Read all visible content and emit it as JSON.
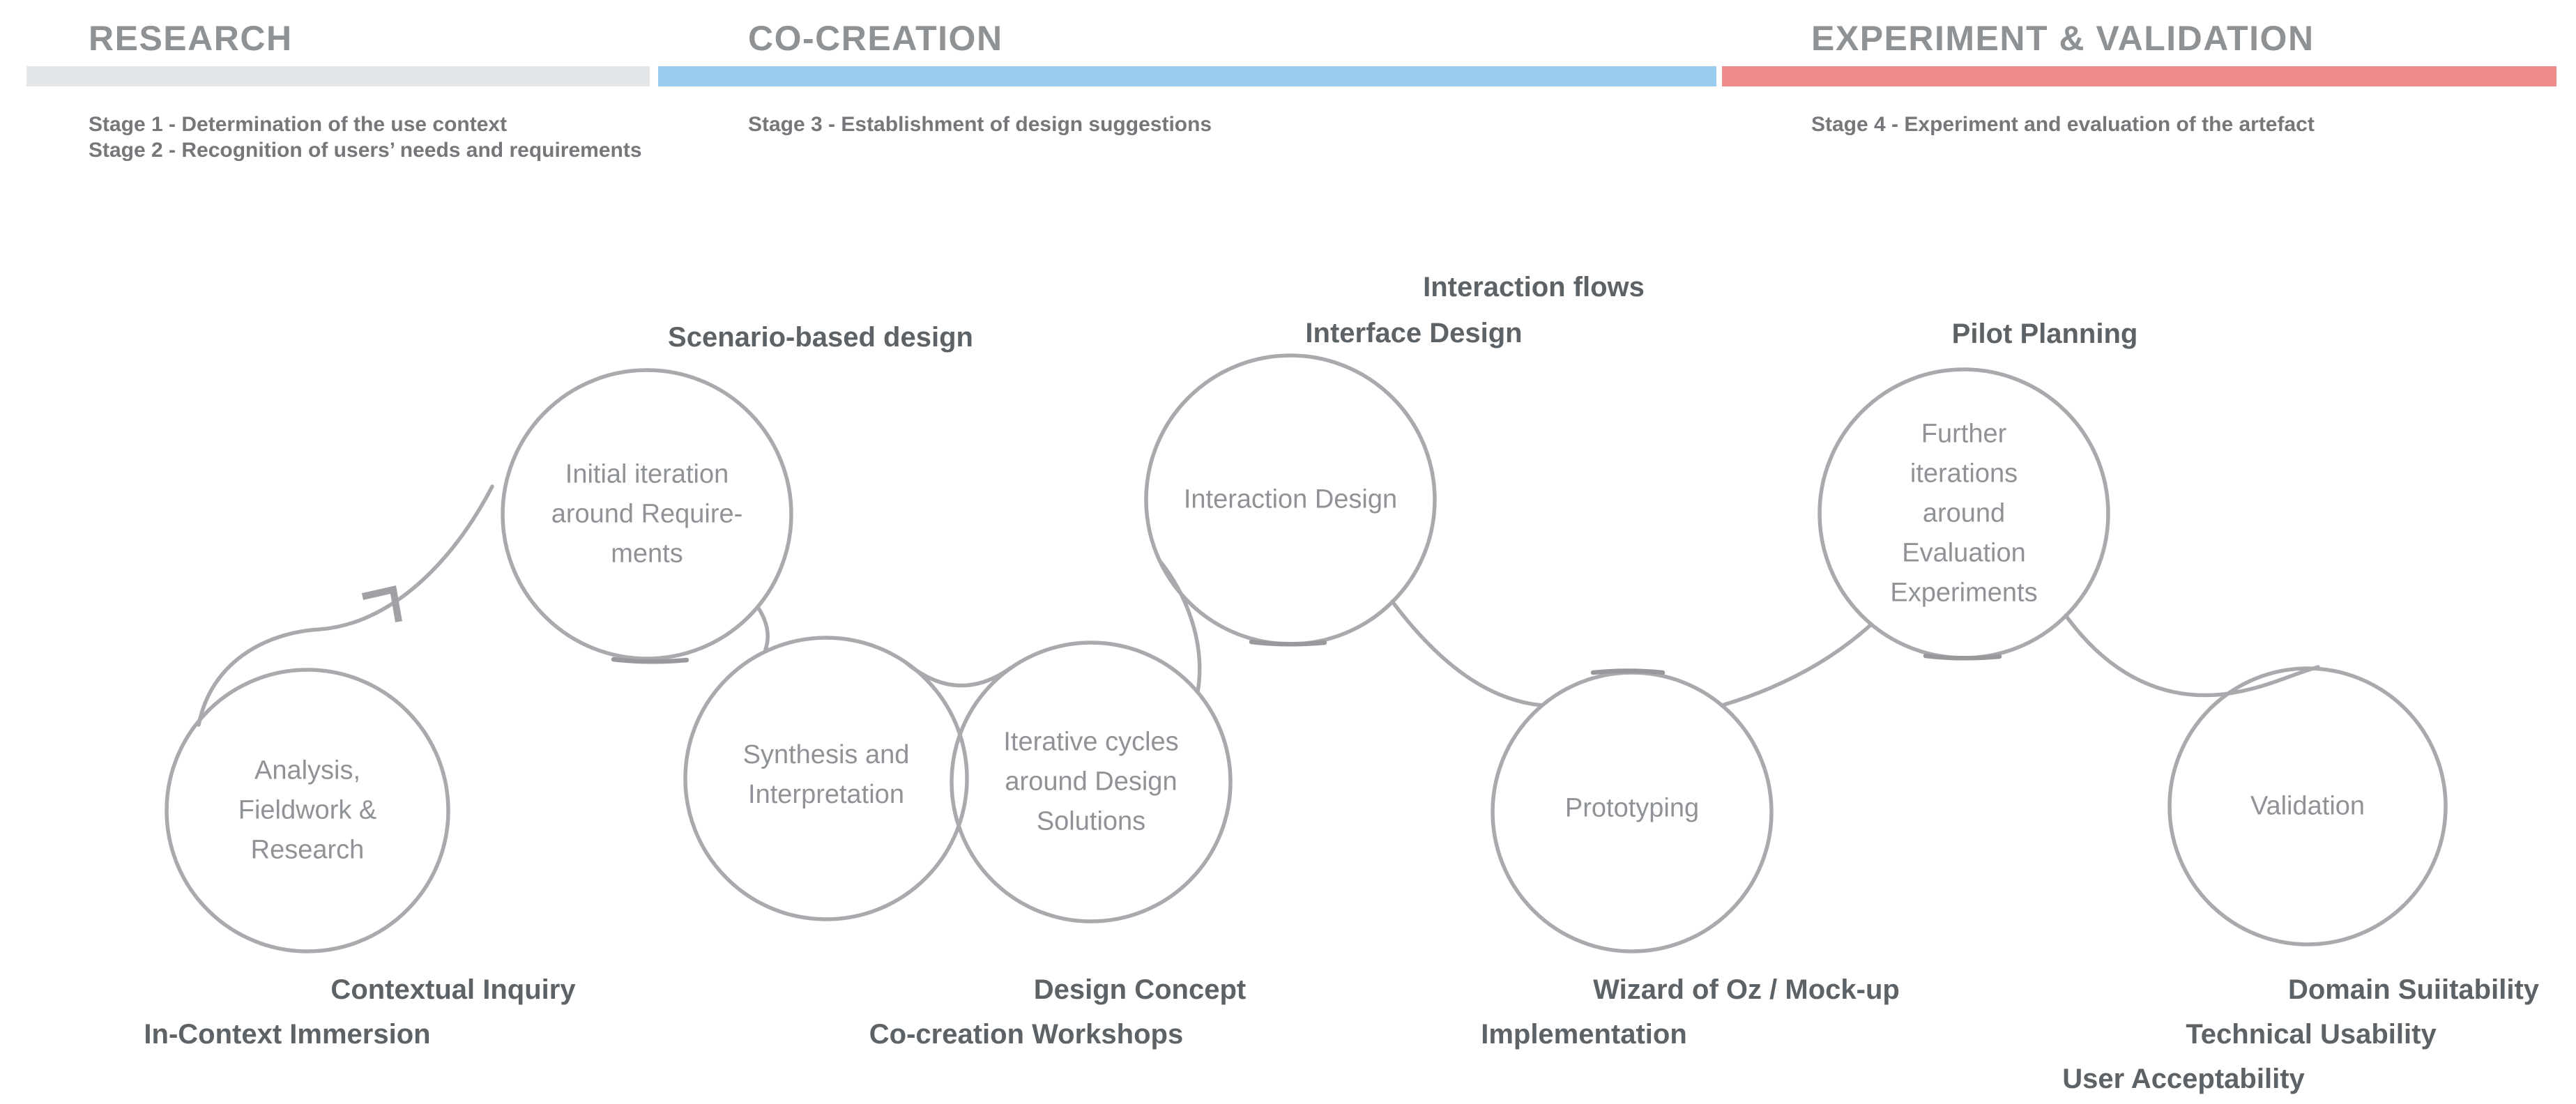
{
  "phases": [
    {
      "name": "RESEARCH",
      "bar_color": "#e4e7e9",
      "stages": [
        "Stage 1 - Determination of the use context",
        "Stage 2 - Recognition of users’ needs and requirements"
      ]
    },
    {
      "name": "CO-CREATION",
      "bar_color": "#9bcdf0",
      "stages": [
        "Stage 3 - Establishment of design suggestions"
      ]
    },
    {
      "name": "EXPERIMENT & VALIDATION",
      "bar_color": "#f08b8b",
      "stages": [
        "Stage 4 - Experiment and evaluation of the artefact"
      ]
    }
  ],
  "loops": [
    {
      "label": "Analysis,\nFieldwork &\nResearch"
    },
    {
      "label": "Initial iteration\naround Require-\nments"
    },
    {
      "label": "Synthesis and\nInterpretation"
    },
    {
      "label": "Iterative cycles\naround Design\nSolutions"
    },
    {
      "label": "Interaction Design"
    },
    {
      "label": "Prototyping"
    },
    {
      "label": "Further\niterations\naround\nEvaluation\nExperiments"
    },
    {
      "label": "Validation"
    }
  ],
  "annotations": {
    "top": [
      "Scenario-based design",
      "Interaction flows",
      "Interface Design",
      "Pilot Planning"
    ],
    "bottom": [
      "Contextual Inquiry",
      "In-Context Immersion",
      "Design Concept",
      "Co-creation Workshops",
      "Wizard of Oz / Mock-up",
      "Implementation",
      "Domain Suiitability",
      "Technical Usability",
      "User Acceptability"
    ]
  },
  "colors": {
    "loop_line": "#a8aaad",
    "loop_text": "#8f9296",
    "annotation_text": "#5d6266",
    "phase_title_text": "#8f9295",
    "stage_text": "#75777a"
  }
}
